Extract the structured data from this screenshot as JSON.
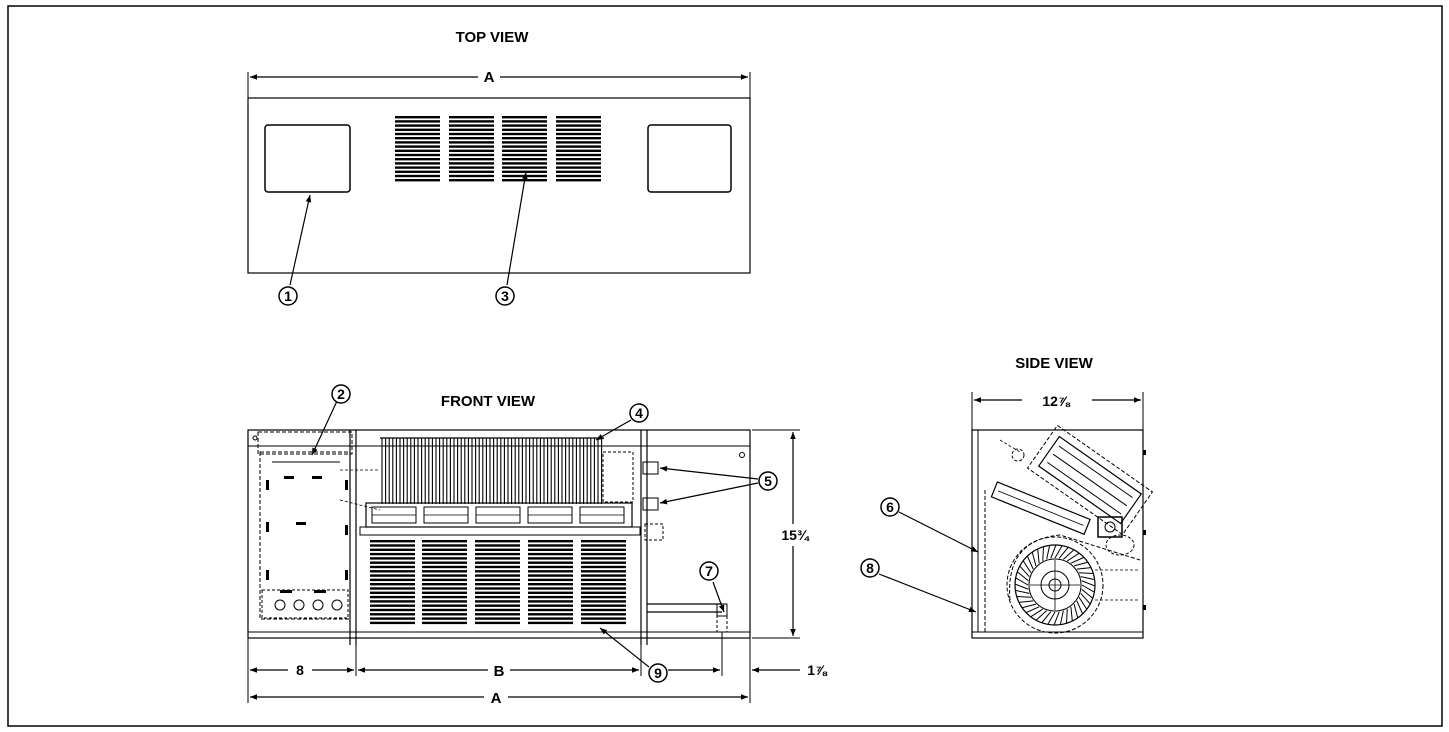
{
  "views": {
    "top": "TOP VIEW",
    "front": "FRONT VIEW",
    "side": "SIDE VIEW"
  },
  "dimensions": {
    "a": "A",
    "b": "B",
    "d8": "8",
    "d1_7_8": "1⅞",
    "d15_3_4": "15¾",
    "d12_7_8": "12⅞"
  },
  "callouts": [
    "1",
    "2",
    "3",
    "4",
    "5",
    "6",
    "7",
    "8",
    "9"
  ]
}
